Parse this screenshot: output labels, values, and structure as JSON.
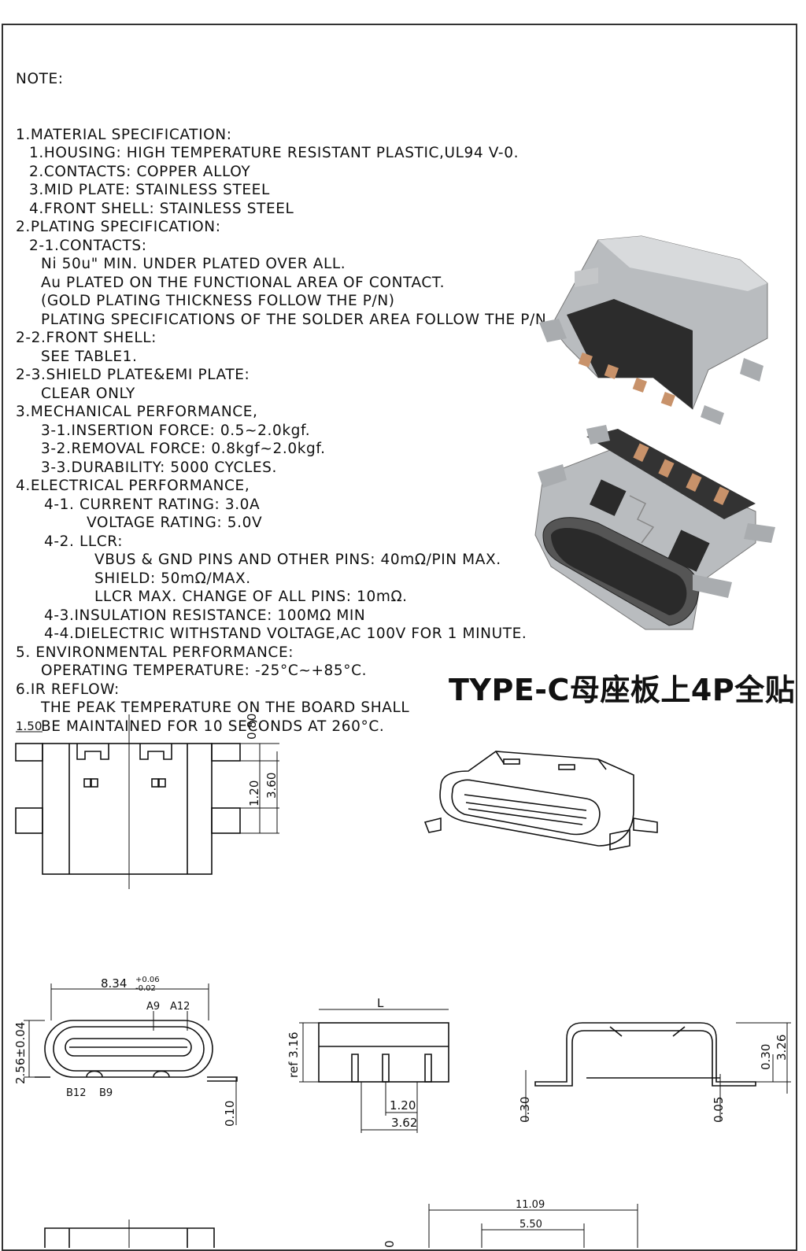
{
  "notes": {
    "heading": "NOTE:",
    "lines": [
      {
        "text": "1.MATERIAL SPECIFICATION:",
        "indent": 0
      },
      {
        "text": "1.HOUSING: HIGH TEMPERATURE RESISTANT PLASTIC,UL94 V-0.",
        "indent": 1
      },
      {
        "text": "2.CONTACTS: COPPER ALLOY",
        "indent": 1
      },
      {
        "text": "3.MID PLATE: STAINLESS STEEL",
        "indent": 1
      },
      {
        "text": "4.FRONT SHELL: STAINLESS STEEL",
        "indent": 1
      },
      {
        "text": "2.PLATING SPECIFICATION:",
        "indent": 0
      },
      {
        "text": "2-1.CONTACTS:",
        "indent": 1
      },
      {
        "text": "Ni 50u\" MIN. UNDER PLATED OVER ALL.",
        "indent": 2
      },
      {
        "text": "Au PLATED ON THE FUNCTIONAL AREA OF CONTACT.",
        "indent": 2
      },
      {
        "text": "(GOLD PLATING THICKNESS FOLLOW THE P/N)",
        "indent": 2
      },
      {
        "text": "PLATING SPECIFICATIONS OF THE SOLDER AREA FOLLOW THE P/N",
        "indent": 2
      },
      {
        "text": "2-2.FRONT SHELL:",
        "indent": 0
      },
      {
        "text": "SEE TABLE1.",
        "indent": 2
      },
      {
        "text": "2-3.SHIELD PLATE&EMI PLATE:",
        "indent": 0
      },
      {
        "text": "CLEAR ONLY",
        "indent": 2
      },
      {
        "text": "3.MECHANICAL PERFORMANCE,",
        "indent": 0
      },
      {
        "text": "3-1.INSERTION FORCE: 0.5~2.0kgf.",
        "indent": 2
      },
      {
        "text": "3-2.REMOVAL FORCE: 0.8kgf~2.0kgf.",
        "indent": 2
      },
      {
        "text": "3-3.DURABILITY: 5000 CYCLES.",
        "indent": 2
      },
      {
        "text": "4.ELECTRICAL PERFORMANCE,",
        "indent": 0
      },
      {
        "text": "4-1. CURRENT RATING: 3.0A",
        "indent": 3
      },
      {
        "text": "VOLTAGE RATING: 5.0V",
        "indent": 4
      },
      {
        "text": "4-2. LLCR:",
        "indent": 3
      },
      {
        "text": "VBUS & GND PINS AND OTHER PINS: 40mΩ/PIN MAX.",
        "indent": 5
      },
      {
        "text": "SHIELD: 50mΩ/MAX.",
        "indent": 5
      },
      {
        "text": "LLCR MAX. CHANGE OF ALL PINS: 10mΩ.",
        "indent": 5
      },
      {
        "text": "4-3.INSULATION RESISTANCE: 100MΩ MIN",
        "indent": 3
      },
      {
        "text": "4-4.DIELECTRIC WITHSTAND VOLTAGE,AC 100V FOR 1 MINUTE.",
        "indent": 3
      },
      {
        "text": "5. ENVIRONMENTAL PERFORMANCE:",
        "indent": 0
      },
      {
        "text": "OPERATING TEMPERATURE: -25°C~+85°C.",
        "indent": 2
      },
      {
        "text": "6.IR REFLOW:",
        "indent": 0
      },
      {
        "text": "THE PEAK TEMPERATURE ON THE BOARD SHALL",
        "indent": 2
      },
      {
        "text": "BE MAINTAINED FOR 10 SECONDS AT 260°C.",
        "indent": 2
      }
    ]
  },
  "product_title": "TYPE-C母座板上4P全贴",
  "dimensions": {
    "top_view": {
      "d1": "1.50",
      "d2": "0.80",
      "d3": "1.20",
      "d4": "3.60"
    },
    "front_view": {
      "width": "8.34",
      "tol_plus": "+0.06",
      "tol_minus": "-0.02",
      "height": "2.56±0.04",
      "pin_a9": "A9",
      "pin_a12": "A12",
      "pin_b12": "B12",
      "pin_b9": "B9",
      "bottom": "0.10"
    },
    "side_view": {
      "length": "L",
      "ref": "ref 3.16",
      "pitch": "1.20",
      "span": "3.62"
    },
    "end_view": {
      "d1": "0.30",
      "d2": "3.26",
      "d3": "0.30",
      "d4": "0.05"
    },
    "bottom_view": {
      "d1": "11.09",
      "d2": "5.50",
      "d3": "0"
    }
  }
}
